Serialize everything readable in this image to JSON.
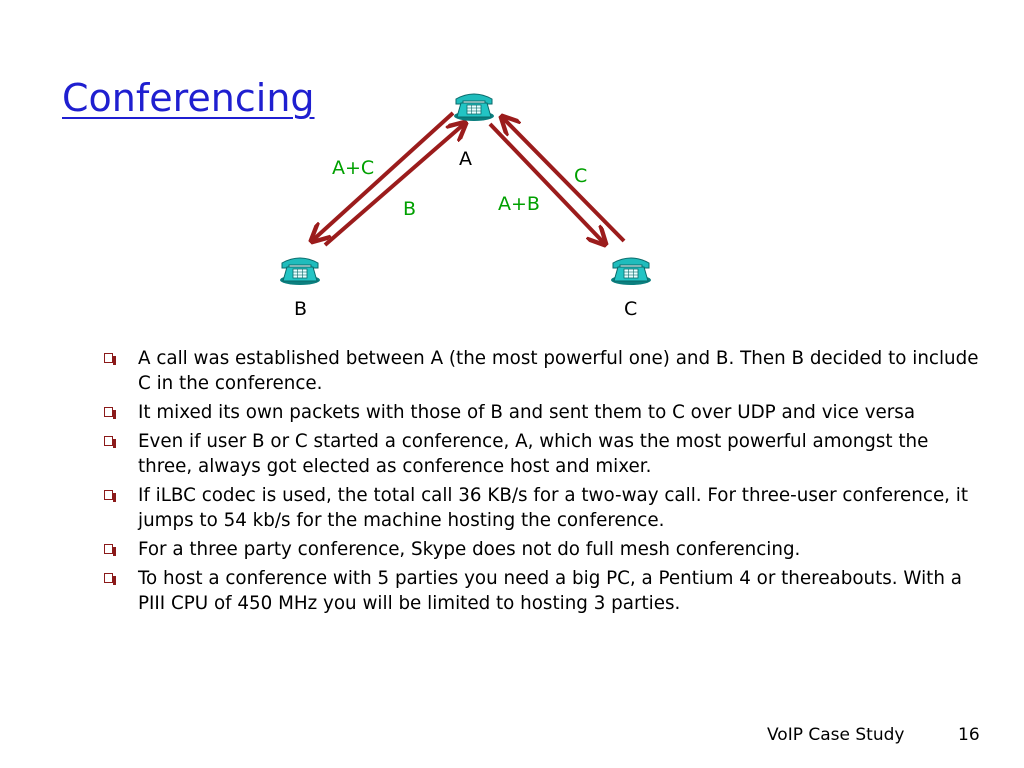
{
  "slide": {
    "title": "Conferencing",
    "diagram": {
      "nodes": [
        {
          "id": "A",
          "label": "A",
          "icon": "telephone-icon"
        },
        {
          "id": "B",
          "label": "B",
          "icon": "telephone-icon"
        },
        {
          "id": "C",
          "label": "C",
          "icon": "telephone-icon"
        }
      ],
      "edge_labels": {
        "a_to_b": "A+C",
        "b_to_a": "B",
        "a_to_c": "C",
        "c_to_a": "A+B"
      },
      "arrow_color": "#9b1c1c",
      "label_color": "#00a000"
    },
    "bullets": [
      "A call was established between A (the most powerful one) and B. Then B decided to include C in the conference.",
      "It mixed its own packets with those of B and sent them to C over UDP and vice versa",
      "Even if user B or C started a conference, A, which was the most powerful amongst the three, always got elected as conference host and mixer.",
      "If iLBC codec is used, the total call 36 KB/s for a two-way call. For three-user conference, it jumps to 54 kb/s for the machine hosting the conference.",
      "For a three party conference, Skype does not do full mesh conferencing.",
      "To host a conference with 5 parties you need a big PC, a Pentium 4 or thereabouts. With a PIII CPU of 450 MHz you will be limited to hosting 3 parties."
    ],
    "footer": {
      "label": "VoIP Case Study",
      "page_number": "16"
    }
  }
}
